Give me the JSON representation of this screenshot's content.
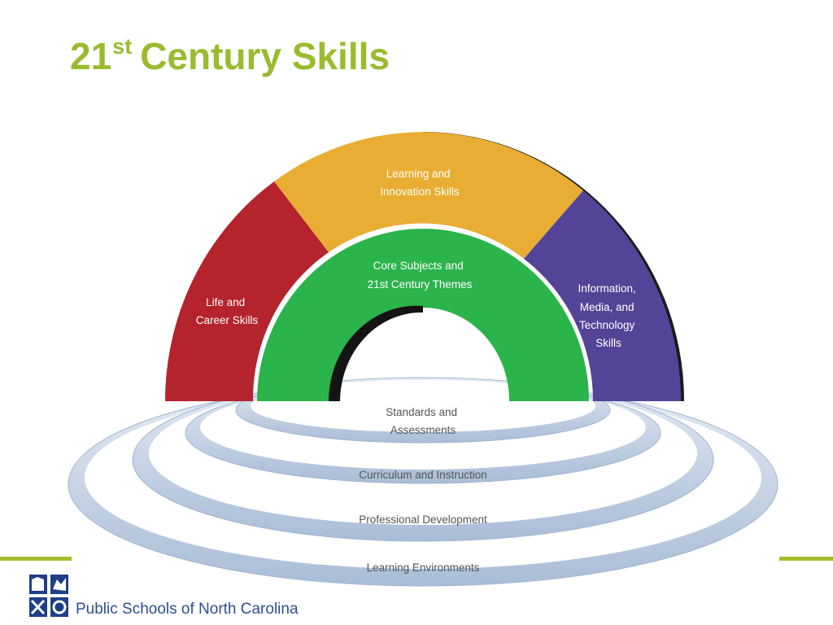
{
  "slide": {
    "title_number": "21",
    "title_superscript": "st",
    "title_text": "Century Skills"
  },
  "diagram": {
    "outer_arcs": {
      "left": [
        "Life and",
        "Career Skills"
      ],
      "top": [
        "Learning and",
        "Innovation Skills"
      ],
      "right": [
        "Information,",
        "Media, and",
        "Technology",
        "Skills"
      ]
    },
    "inner_arc": [
      "Core Subjects and",
      "21st Century Themes"
    ],
    "rings": [
      [
        "Standards and",
        "Assessments"
      ],
      [
        "Curriculum and Instruction"
      ],
      [
        "Professional Development"
      ],
      [
        "Learning Environments"
      ]
    ],
    "colors": {
      "life_career": "#b5232d",
      "learning_innovation": "#e8ad32",
      "information_media": "#534497",
      "core_subjects": "#2bb34c",
      "ring": "#c4d3e6",
      "title": "#9bbb2f",
      "accent_rule": "#a6bd2a"
    }
  },
  "footer": {
    "organization": "Public Schools of North Carolina"
  }
}
